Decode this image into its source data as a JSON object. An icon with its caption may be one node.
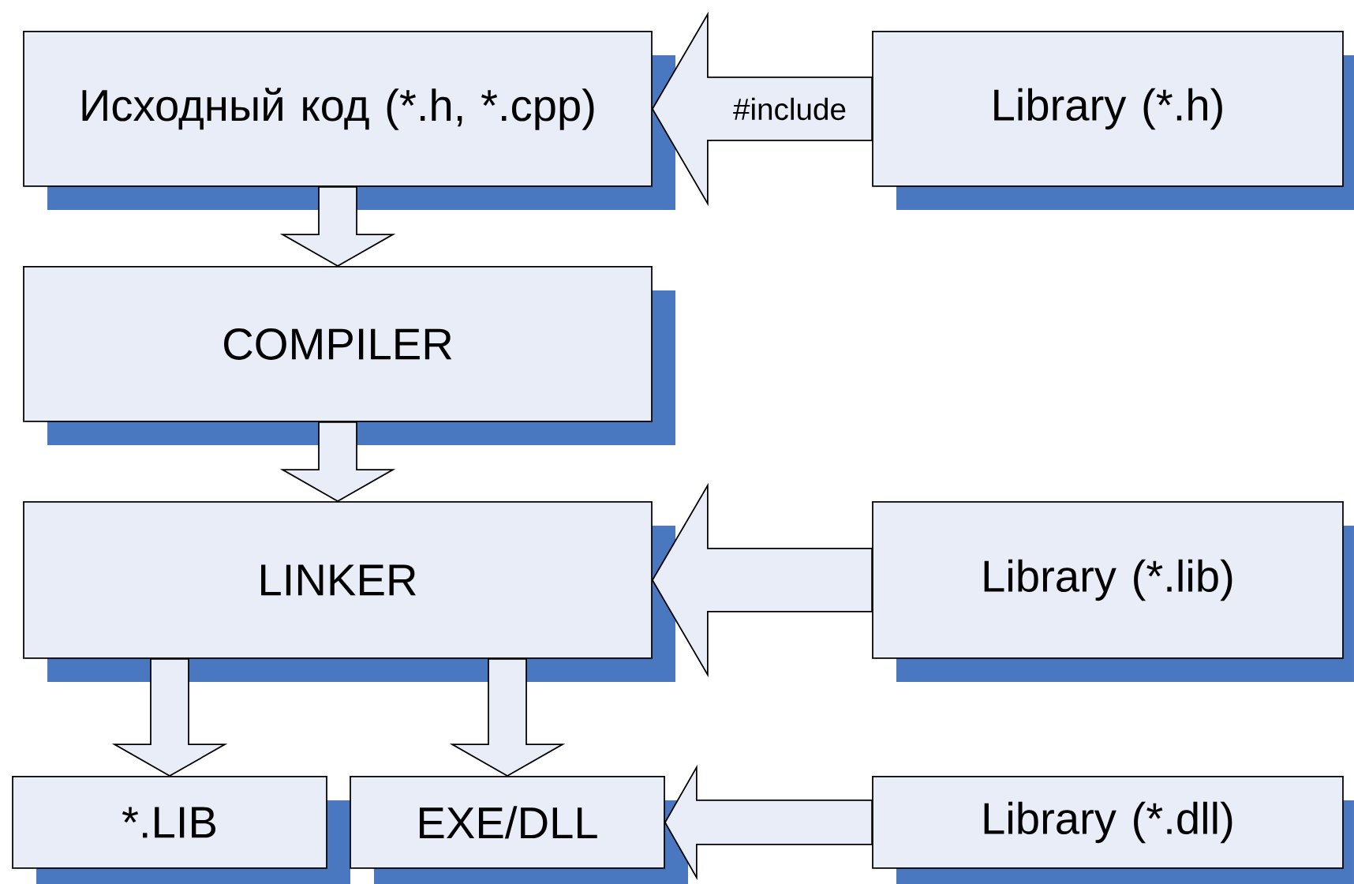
{
  "diagram": {
    "nodes": [
      {
        "text": [
          "Исходный код (*.h, *.cpp)"
        ]
      },
      {
        "text": [
          "Library (*.h)"
        ]
      },
      {
        "text": [
          "COMPILER"
        ]
      },
      {
        "text": [
          "LINKER"
        ]
      },
      {
        "text": [
          "Library (*.lib)"
        ]
      },
      {
        "text": [
          "*.LIB"
        ]
      },
      {
        "text": [
          "EXE/DLL"
        ]
      },
      {
        "text": [
          "Library (*.dll)"
        ]
      }
    ],
    "edges": [
      {
        "from": 1,
        "to": 0,
        "arrow": "to",
        "label": "#include"
      },
      {
        "from": 0,
        "to": 2,
        "arrow": "to"
      },
      {
        "from": 2,
        "to": 3,
        "arrow": "to"
      },
      {
        "from": 4,
        "to": 3,
        "arrow": "to"
      },
      {
        "from": 3,
        "to": 5,
        "arrow": "to"
      },
      {
        "from": 3,
        "to": 6,
        "arrow": "to"
      },
      {
        "from": 7,
        "to": 6,
        "arrow": "to"
      }
    ]
  }
}
